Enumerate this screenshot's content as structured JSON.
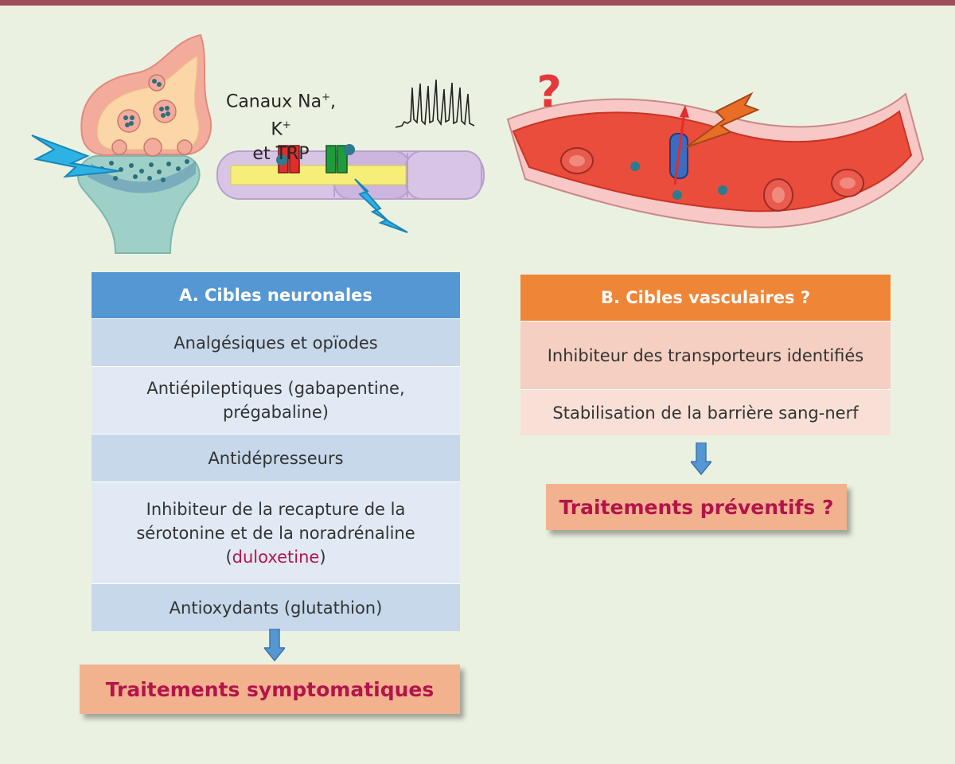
{
  "illustration": {
    "channels_label_line1": "Canaux Na",
    "channels_label_sup1": "+",
    "channels_label_sep": ", K",
    "channels_label_sup2": "+",
    "channels_label_line2": "et TRP",
    "question_mark": "?"
  },
  "neuronal": {
    "title": "A. Cibles neuronales",
    "rows": [
      "Analgésiques et opïodes",
      "Antiépileptiques (gabapentine, prégabaline)",
      "Antidépresseurs",
      "Inhibiteur de la recapture de la sérotonine et de la noradrénaline",
      "Antioxydants (glutathion)"
    ],
    "paren_open": "(",
    "drug_highlight": "duloxetine",
    "paren_close": ")",
    "result": "Traitements symptomatiques"
  },
  "vascular": {
    "title": "B. Cibles vasculaires ?",
    "rows": [
      "Inhibiteur des transporteurs identifiés",
      "Stabilisation de la barrière sang-nerf"
    ],
    "result": "Traitements préventifs ?"
  },
  "colors": {
    "neuronal_header": "#5497d3",
    "vascular_header": "#ef8537",
    "result_text": "#b3144b",
    "result_bg": "#f3b28e",
    "accent_bar": "#a04e5a"
  }
}
